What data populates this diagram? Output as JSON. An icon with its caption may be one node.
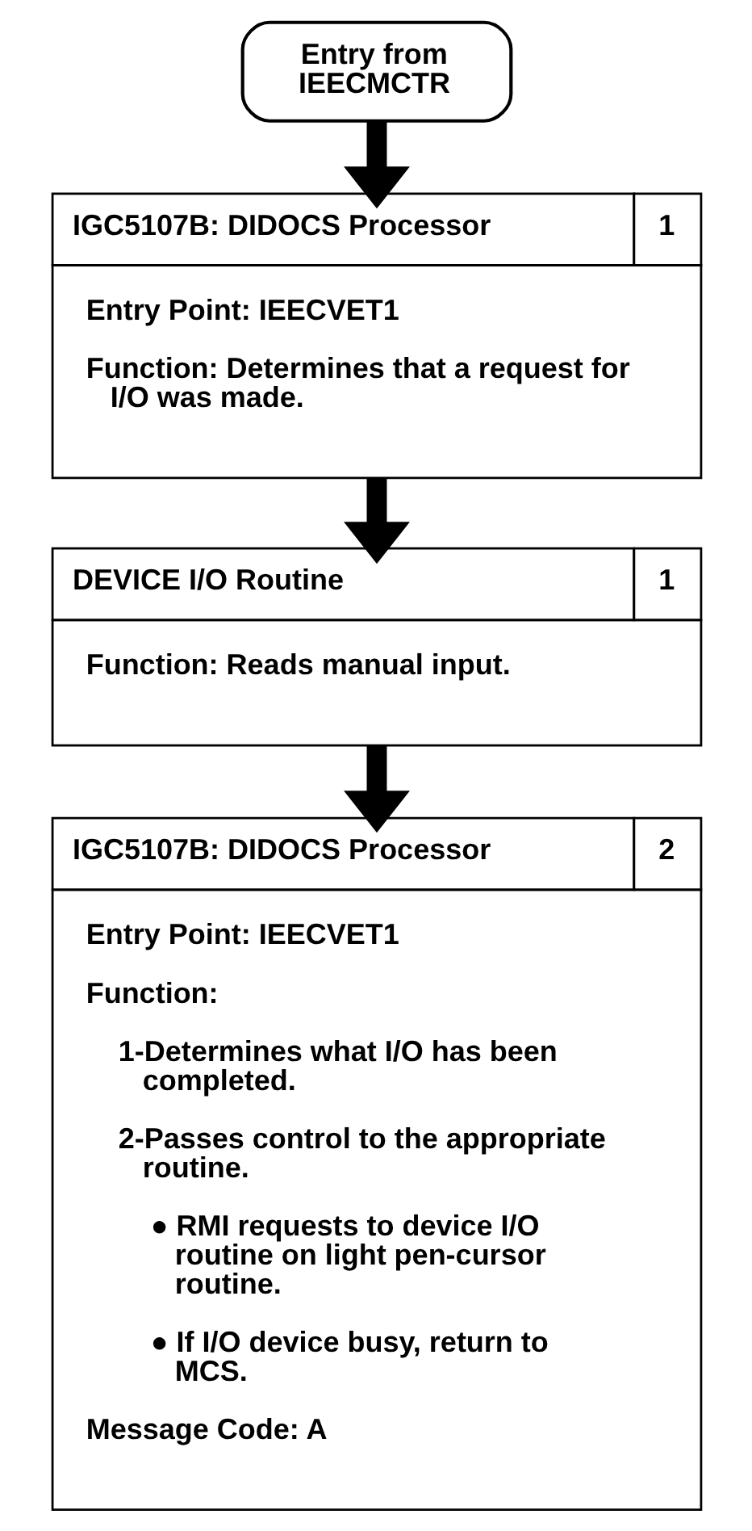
{
  "diagram": {
    "nodes": [
      {
        "text": [
          "Entry from IEECMCTR"
        ]
      },
      {
        "text": [
          "IGC5107B: DIDOCS Processor",
          "1",
          "Entry Point: IEECVET1",
          "Function: Determines that a request for I/O was made."
        ]
      },
      {
        "text": [
          "DEVICE I/O Routine",
          "1",
          "Function: Reads manual input."
        ]
      },
      {
        "text": [
          "IGC5107B: DIDOCS Processor",
          "2",
          "Entry Point: IEECVET1",
          "Function:",
          "1-Determines what I/O has been completed.",
          "2-Passes control to the appropriate routine.",
          "● RMI requests to device I/O routine on light pen-cursor routine.",
          "● If I/O device busy, return to MCS.",
          "Message Code: A"
        ]
      }
    ],
    "edges": [
      {
        "from": 0,
        "to": 1,
        "arrow": "to"
      },
      {
        "from": 1,
        "to": 2,
        "arrow": "to"
      },
      {
        "from": 2,
        "to": 3,
        "arrow": "to"
      }
    ]
  }
}
